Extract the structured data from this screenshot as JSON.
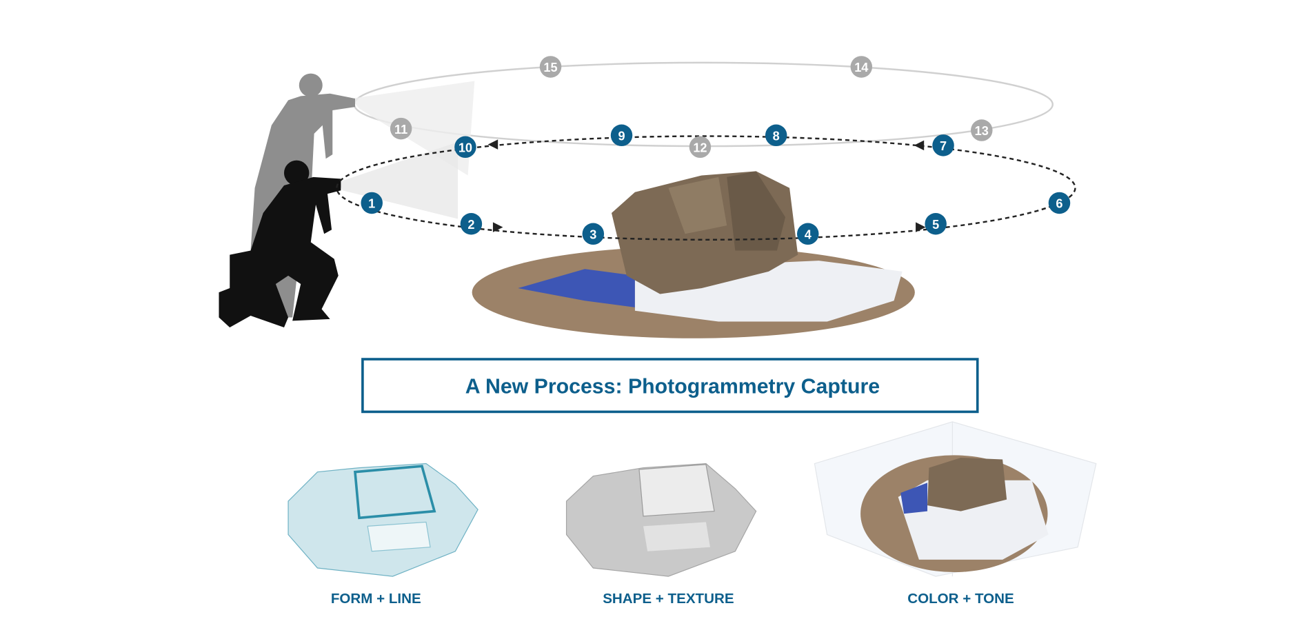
{
  "title": "A New Process: Photogrammetry Capture",
  "colors": {
    "accent": "#0d5f8c",
    "gray_marker": "#a9a9a9",
    "rock": "#7d6a55",
    "ground": "#9c8268",
    "cloth_blue": "#3d56b5"
  },
  "lower_orbit_markers": [
    "1",
    "2",
    "3",
    "4",
    "5",
    "6",
    "7",
    "8",
    "9",
    "10"
  ],
  "upper_orbit_markers": [
    "11",
    "12",
    "13",
    "14",
    "15"
  ],
  "stages": [
    {
      "label": "FORM + LINE",
      "icon": "wireframe-mesh"
    },
    {
      "label": "SHAPE + TEXTURE",
      "icon": "shaded-mesh"
    },
    {
      "label": "COLOR + TONE",
      "icon": "textured-model"
    }
  ]
}
